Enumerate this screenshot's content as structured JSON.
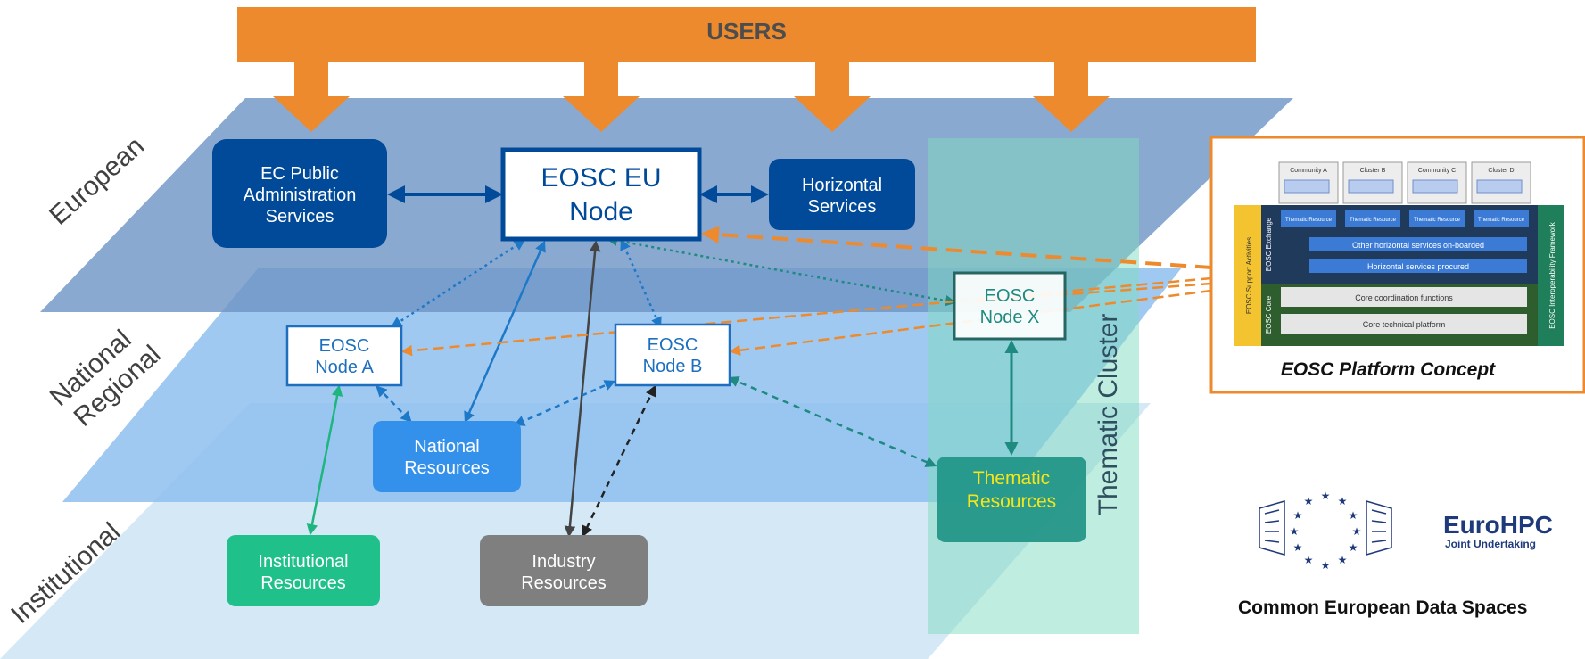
{
  "header": {
    "title": "USERS"
  },
  "layers": {
    "european": "European",
    "national_line1": "National",
    "national_line2": "Regional",
    "institutional": "Institutional"
  },
  "nodes": {
    "ec_public_line1": "EC Public",
    "ec_public_line2": "Administration",
    "ec_public_line3": "Services",
    "eosc_eu_line1": "EOSC EU",
    "eosc_eu_line2": "Node",
    "horizontal_line1": "Horizontal",
    "horizontal_line2": "Services",
    "node_a_line1": "EOSC",
    "node_a_line2": "Node A",
    "node_b_line1": "EOSC",
    "node_b_line2": "Node B",
    "node_x_line1": "EOSC",
    "node_x_line2": "Node X",
    "national_res_line1": "National",
    "national_res_line2": "Resources",
    "thematic_res_line1": "Thematic",
    "thematic_res_line2": "Resources",
    "institutional_res_line1": "Institutional",
    "institutional_res_line2": "Resources",
    "industry_res_line1": "Industry",
    "industry_res_line2": "Resources"
  },
  "thematic_cluster": "Thematic Cluster",
  "platform": {
    "caption": "EOSC Platform Concept",
    "communities": [
      "Community A",
      "Cluster B",
      "Community C",
      "Cluster D"
    ],
    "thematic_resource_label": "Thematic Resource",
    "support": "EOSC Support Activities",
    "exchange": "EOSC Exchange",
    "core": "EOSC Core",
    "interoperability": "EOSC Interoperability Framework",
    "other_horizontal": "Other horizontal services on-boarded",
    "horizontal_procured": "Horizontal services procured",
    "core_coordination": "Core coordination functions",
    "core_technical": "Core technical platform"
  },
  "eurohpc": {
    "name": "EuroHPC",
    "sub": "Joint Undertaking"
  },
  "footer": {
    "caption": "Common European Data Spaces"
  },
  "colors": {
    "users": "#ED8A2E",
    "european_plane": "#7A9DC9",
    "national_plane": "#8EC0EE",
    "institutional_plane": "#D4E8F6",
    "dark_blue": "#004A99",
    "mid_blue": "#2B90E6",
    "teal": "#1E9485",
    "green": "#1FC08A",
    "grey": "#7F7F7F",
    "thematic_text": "#F5E61A"
  }
}
